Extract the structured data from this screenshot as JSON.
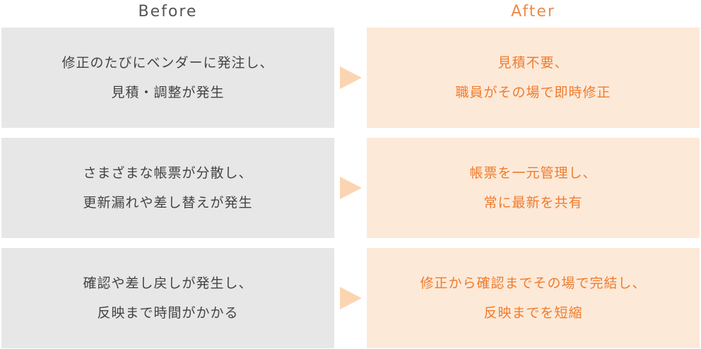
{
  "headers": {
    "before": "Before",
    "after": "After"
  },
  "rows": [
    {
      "before": [
        "修正のたびにベンダーに発注し、",
        "見積・調整が発生"
      ],
      "after": [
        "見積不要、",
        "職員がその場で即時修正"
      ]
    },
    {
      "before": [
        "さまざまな帳票が分散し、",
        "更新漏れや差し替えが発生"
      ],
      "after": [
        "帳票を一元管理し、",
        "常に最新を共有"
      ]
    },
    {
      "before": [
        "確認や差し戻しが発生し、",
        "反映まで時間がかかる"
      ],
      "after": [
        "修正から確認までその場で完結し、",
        "反映までを短縮"
      ]
    }
  ],
  "colors": {
    "before_bg": "#e7e7e7",
    "before_text": "#444444",
    "after_bg": "#fde9d8",
    "after_text": "#ee7c2e",
    "arrow": "#fbd5b1"
  }
}
